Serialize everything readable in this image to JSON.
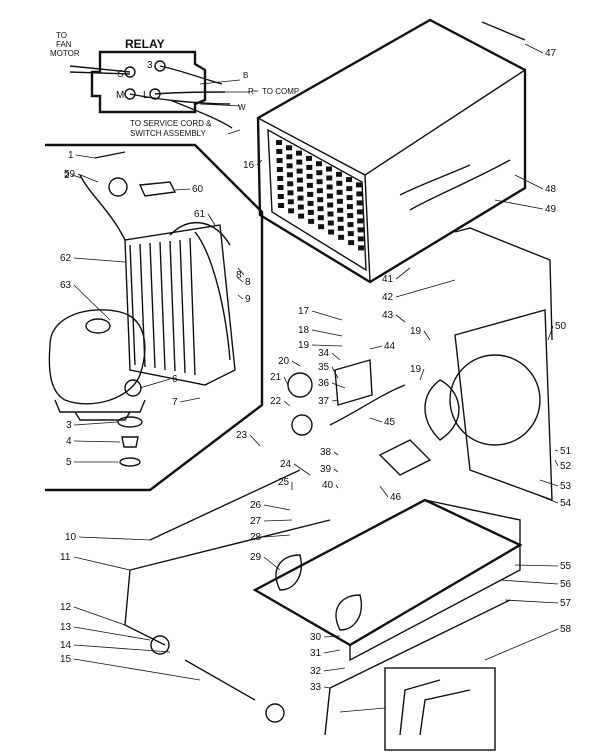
{
  "relay": {
    "title": "RELAY",
    "fan_motor": [
      "TO",
      "FAN",
      "MOTOR"
    ],
    "terminals": {
      "s": "S",
      "m": "M",
      "l": "L",
      "three": "3"
    },
    "wires": {
      "b": "B",
      "r": "R",
      "w": "W"
    },
    "to_comp": "TO COMP",
    "service_cord": [
      "TO SERVICE CORD &",
      "SWITCH ASSEMBLY"
    ]
  },
  "callouts": [
    "1",
    "2",
    "3",
    "4",
    "5",
    "6",
    "7",
    "8",
    "9",
    "10",
    "11",
    "12",
    "13",
    "14",
    "15",
    "16",
    "17",
    "18",
    "19",
    "20",
    "21",
    "22",
    "23",
    "24",
    "25",
    "26",
    "27",
    "28",
    "29",
    "30",
    "31",
    "32",
    "33",
    "34",
    "35",
    "36",
    "37",
    "38",
    "39",
    "40",
    "41",
    "42",
    "43",
    "44",
    "45",
    "46",
    "47",
    "48",
    "49",
    "50",
    "51",
    "52",
    "53",
    "54",
    "55",
    "56",
    "57",
    "58",
    "59",
    "60",
    "61",
    "62",
    "63",
    "19",
    "8",
    "19"
  ]
}
